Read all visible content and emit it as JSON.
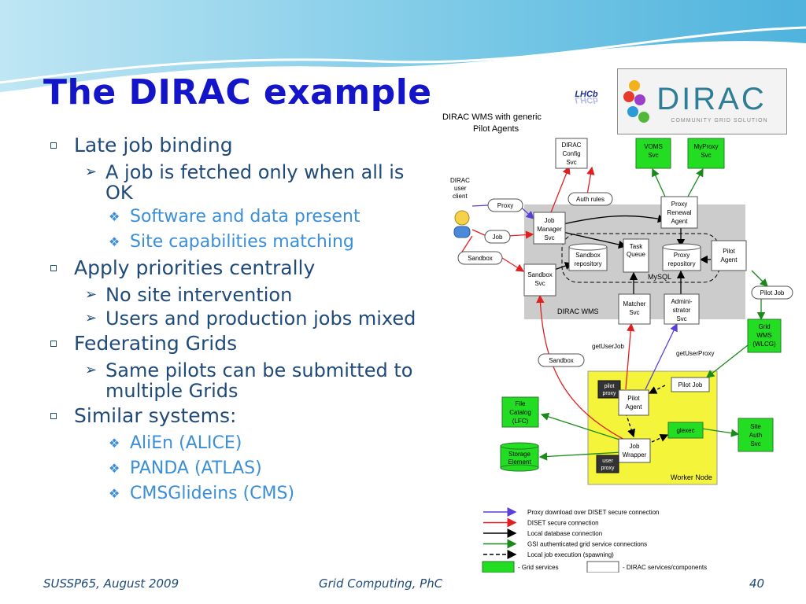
{
  "title": "The DIRAC example",
  "bullets": [
    {
      "level": 1,
      "text": "Late job binding"
    },
    {
      "level": 2,
      "text": "A job is fetched only when all is OK"
    },
    {
      "level": 3,
      "text": "Software and data present"
    },
    {
      "level": 3,
      "text": "Site capabilities matching"
    },
    {
      "level": 1,
      "text": "Apply priorities centrally"
    },
    {
      "level": 2,
      "text": "No site intervention"
    },
    {
      "level": 2,
      "text": "Users and production jobs mixed"
    },
    {
      "level": 1,
      "text": "Federating Grids"
    },
    {
      "level": 2,
      "text": "Same pilots can be submitted to multiple Grids"
    },
    {
      "level": 1,
      "text": "Similar systems:"
    },
    {
      "level": 3,
      "text": "AliEn (ALICE)"
    },
    {
      "level": 3,
      "text": "PANDA (ATLAS)"
    },
    {
      "level": 3,
      "text": "CMSGlideins (CMS)"
    }
  ],
  "footer": {
    "left": "SUSSP65, August 2009",
    "center": "Grid Computing, PhC",
    "page": "40"
  },
  "logos": {
    "dirac": "DIRAC",
    "dirac_tagline": "COMMUNITY GRID SOLUTION",
    "lhcb": "LHCb"
  },
  "diagram": {
    "title_line1": "DIRAC WMS with generic",
    "title_line2": "Pilot Agents",
    "user_client": [
      "DIRAC",
      "user",
      "client"
    ],
    "config_svc": [
      "DIRAC",
      "Config",
      "Svc"
    ],
    "voms_svc": [
      "VOMS",
      "Svc"
    ],
    "myproxy_svc": [
      "MyProxy",
      "Svc"
    ],
    "auth_rules": "Auth rules",
    "proxy_renewal_agent": [
      "Proxy",
      "Renewal",
      "Agent"
    ],
    "proxy_input": "Proxy",
    "job_input": "Job",
    "sandbox_input": "Sandbox",
    "job_manager_svc": [
      "Job",
      "Manager",
      "Svc"
    ],
    "task_queue": [
      "Task",
      "Queue"
    ],
    "sandbox_repository": [
      "Sandbox",
      "repository"
    ],
    "proxy_repository": [
      "Proxy",
      "repository"
    ],
    "mysql": "MySQL",
    "pilot_agent_top": [
      "Pilot",
      "Agent"
    ],
    "sandbox_svc": [
      "Sandbox",
      "Svc"
    ],
    "matcher_svc": [
      "Matcher",
      "Svc"
    ],
    "administrator_svc": [
      "Admini-",
      "strator",
      "Svc"
    ],
    "dirac_wms": "DIRAC WMS",
    "pilot_job_top": "Pilot Job",
    "grid_wms": [
      "Grid",
      "WMS",
      "(WLCG)"
    ],
    "get_user_job": "getUserJob",
    "get_user_proxy": "getUserProxy",
    "sandbox_bottom": "Sandbox",
    "pilot_proxy": [
      "pilot",
      "proxy"
    ],
    "pilot_agent_wn": [
      "Pilot",
      "Agent"
    ],
    "pilot_job_wn": "Pilot Job",
    "file_catalog": [
      "File",
      "Catalog",
      "(LFC)"
    ],
    "glexec": "glexec",
    "site_auth_svc": [
      "Site",
      "Auth",
      "Svc"
    ],
    "job_wrapper": [
      "Job",
      "Wrapper"
    ],
    "user_proxy": [
      "user",
      "proxy"
    ],
    "storage_element": [
      "Storage",
      "Element"
    ],
    "worker_node": "Worker Node",
    "legend": [
      {
        "color": "#5a3fd8",
        "style": "solid",
        "label": "Proxy download over DISET secure connection"
      },
      {
        "color": "#e02020",
        "style": "solid",
        "label": "DISET secure connection"
      },
      {
        "color": "#000000",
        "style": "solid",
        "label": "Local database connection"
      },
      {
        "color": "#1a8a1a",
        "style": "solid",
        "label": "GSI authenticated grid service connections"
      },
      {
        "color": "#000000",
        "style": "dashed",
        "label": "Local job execution (spawning)"
      }
    ],
    "legend_grid": "- Grid services",
    "legend_dirac": "- DIRAC services/components",
    "colors": {
      "grid_service": "#22dd22",
      "worker_node": "#f4f43a",
      "wms_panel": "#cccccc"
    }
  }
}
